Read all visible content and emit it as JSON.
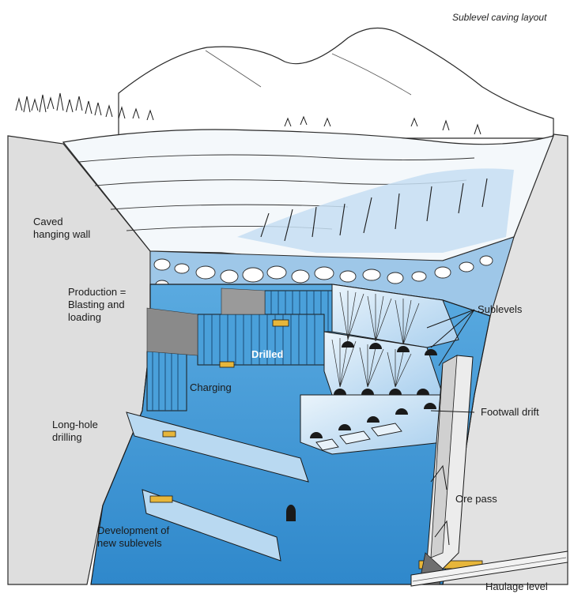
{
  "title": "Sublevel caving layout",
  "labels": {
    "caved_hanging_wall": "Caved\nhanging wall",
    "production": "Production =\nBlasting and\nloading",
    "drilled": "Drilled",
    "charging": "Charging",
    "long_hole_drilling": "Long-hole\ndrilling",
    "development": "Development of\nnew sublevels",
    "sublevels": "Sublevels",
    "footwall_drift": "Footwall drift",
    "ore_pass": "Ore pass",
    "haulage_level": "Haulage level"
  },
  "colors": {
    "ore_blue": "#3e97d6",
    "light_blue": "#a9d0ee",
    "pale_blue": "#d6e9f7",
    "rock_grey": "#dcdcdc",
    "outline": "#1a1a1a"
  }
}
